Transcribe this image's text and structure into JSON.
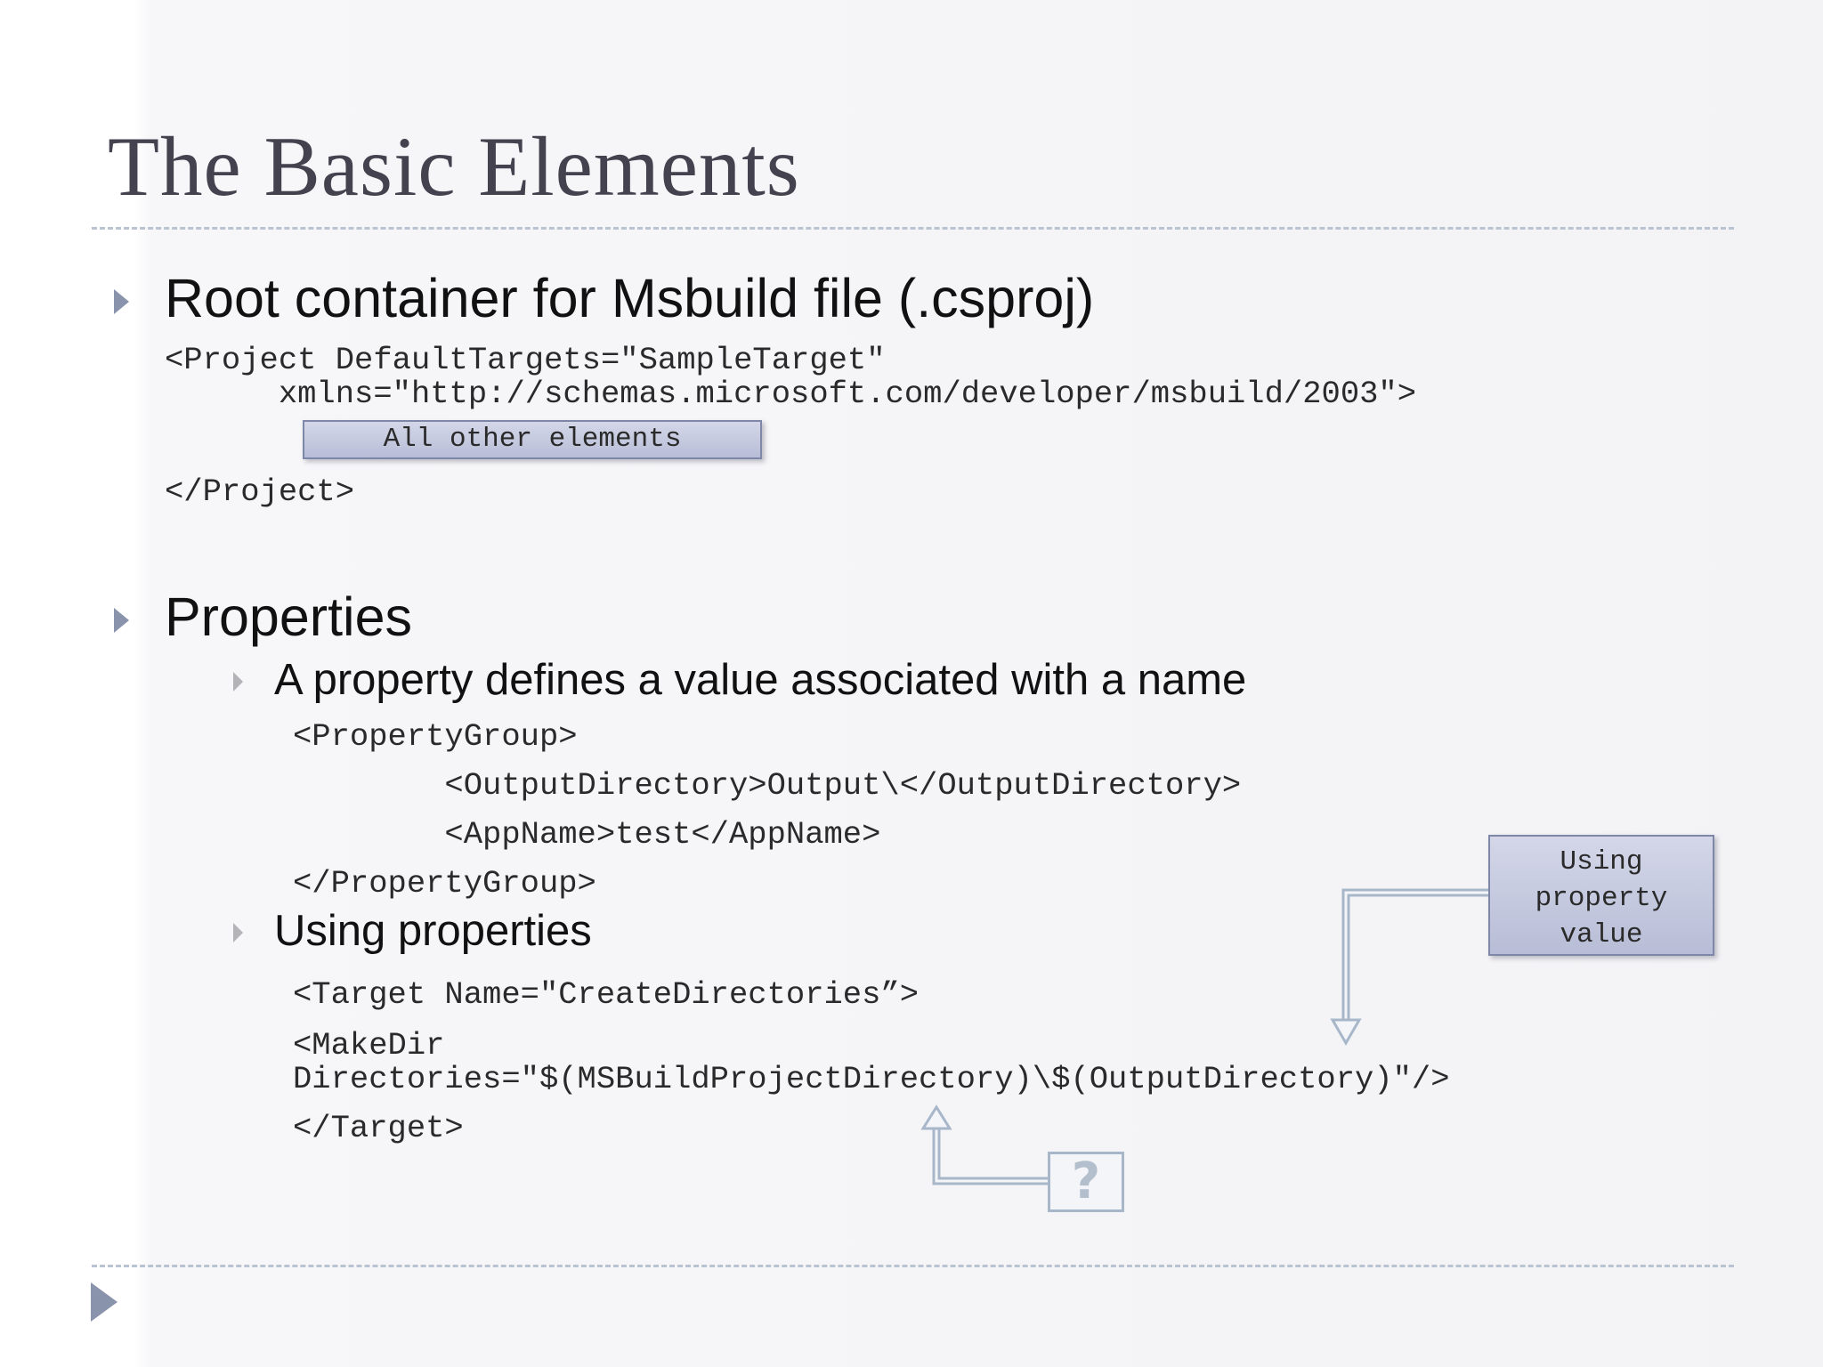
{
  "slide": {
    "title": "The Basic Elements",
    "bullets": [
      {
        "heading": "Root container for Msbuild file (.csproj)",
        "code_lines": [
          "<Project DefaultTargets=\"SampleTarget\"",
          "      xmlns=\"http://schemas.microsoft.com/developer/msbuild/2003\">",
          "</Project>"
        ],
        "callout": "All other elements"
      },
      {
        "heading": "Properties",
        "subbullets": [
          {
            "text": "A property defines a value associated with a name",
            "code_lines": [
              "<PropertyGroup>",
              "        <OutputDirectory>Output\\</OutputDirectory>",
              "        <AppName>test</AppName>",
              "</PropertyGroup>"
            ]
          },
          {
            "text": "Using properties",
            "code_lines": [
              "<Target Name=\"CreateDirectories”>",
              "<MakeDir",
              "Directories=\"$(MSBuildProjectDirectory)\\$(OutputDirectory)\"/>",
              "</Target>"
            ]
          }
        ],
        "callout": [
          "Using",
          "property",
          "value"
        ],
        "help_symbol": "?"
      }
    ]
  },
  "colors": {
    "title": "#44424f",
    "bullet": "#8a93ac",
    "callout_fill": "#c4c8de",
    "callout_border": "#7f87a9",
    "arrow": "#a7b7c9",
    "rule": "#b9c3d2"
  },
  "icons": {
    "bullet": "triangle-right-icon",
    "sub_bullet": "small-triangle-right-icon",
    "help": "question-mark-icon",
    "next_slide": "next-slide-icon"
  }
}
